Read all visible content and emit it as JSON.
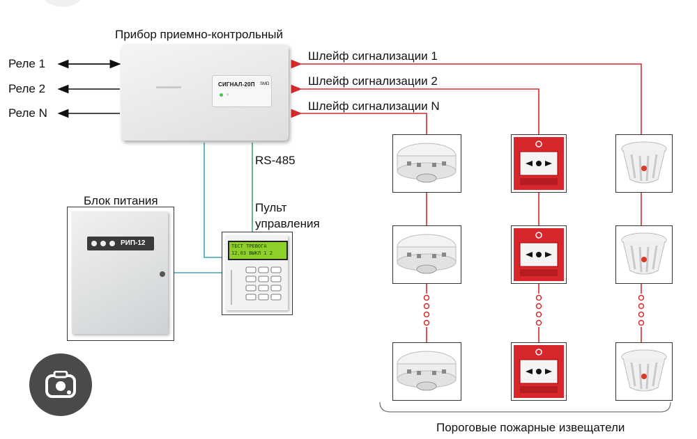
{
  "title": "Прибор приемно-контрольный",
  "relays": [
    "Реле 1",
    "Реле 2",
    "Реле N"
  ],
  "loops": [
    "Шлейф сигнализации 1",
    "Шлейф сигнализации 2",
    "Шлейф сигнализации N"
  ],
  "device_label": "СИГНАЛ-20П",
  "device_sublabel": "SMD",
  "rs485": "RS-485",
  "power_title": "Блок питания",
  "power_device": "РИП-12",
  "keypad_title_1": "Пульт",
  "keypad_title_2": "управления",
  "keypad_screen_1": "ТЕСТ ТРЕВОГА",
  "keypad_screen_2": "12.03 ВЫКЛ 1 2",
  "detectors_caption": "Пороговые пожарные извещатели",
  "colors": {
    "loop_wire": "#d42a2a",
    "power_wire": "#3aa5b8",
    "rs485_wire": "#3aa86a",
    "call_point": "#d7262c"
  },
  "icons": [
    "camera-lens-icon",
    "smoke-detector-icon",
    "manual-call-point-icon",
    "heat-detector-icon"
  ]
}
